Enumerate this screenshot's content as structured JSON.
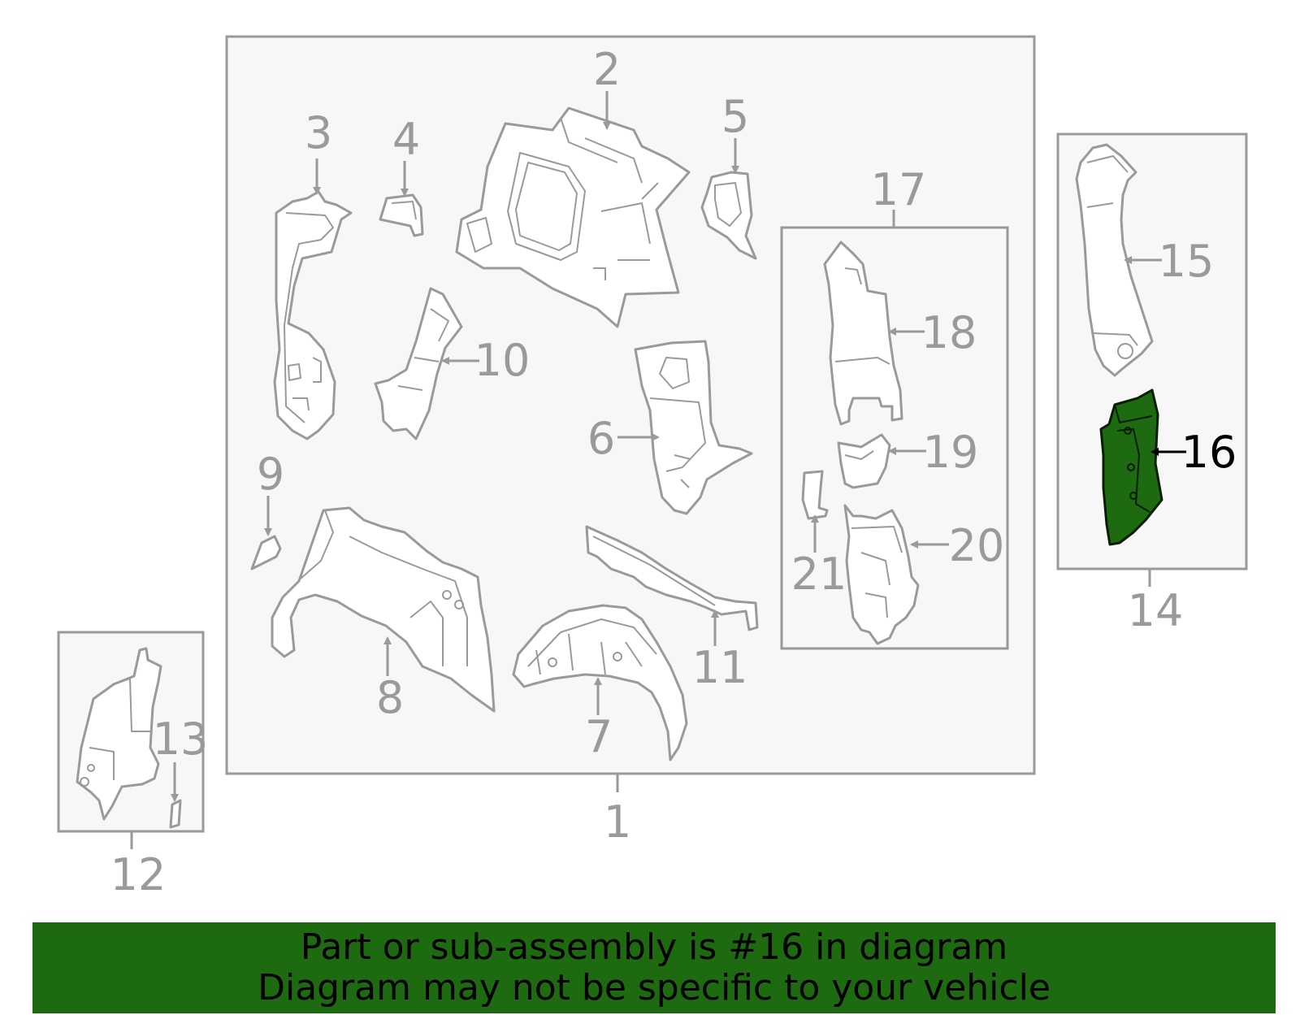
{
  "diagram": {
    "labels": {
      "l1": "1",
      "l2": "2",
      "l3": "3",
      "l4": "4",
      "l5": "5",
      "l6": "6",
      "l7": "7",
      "l8": "8",
      "l9": "9",
      "l10": "10",
      "l11": "11",
      "l12": "12",
      "l13": "13",
      "l14": "14",
      "l15": "15",
      "l16": "16",
      "l17": "17",
      "l18": "18",
      "l19": "19",
      "l20": "20",
      "l21": "21"
    },
    "highlighted_part": "16",
    "colors": {
      "line": "#9a9a9a",
      "highlight_fill": "#1e6a10",
      "panel": "#f7f7f7"
    }
  },
  "banner": {
    "line1": "Part or sub-assembly is #16 in diagram",
    "line2": "Diagram may not be specific to your vehicle"
  }
}
